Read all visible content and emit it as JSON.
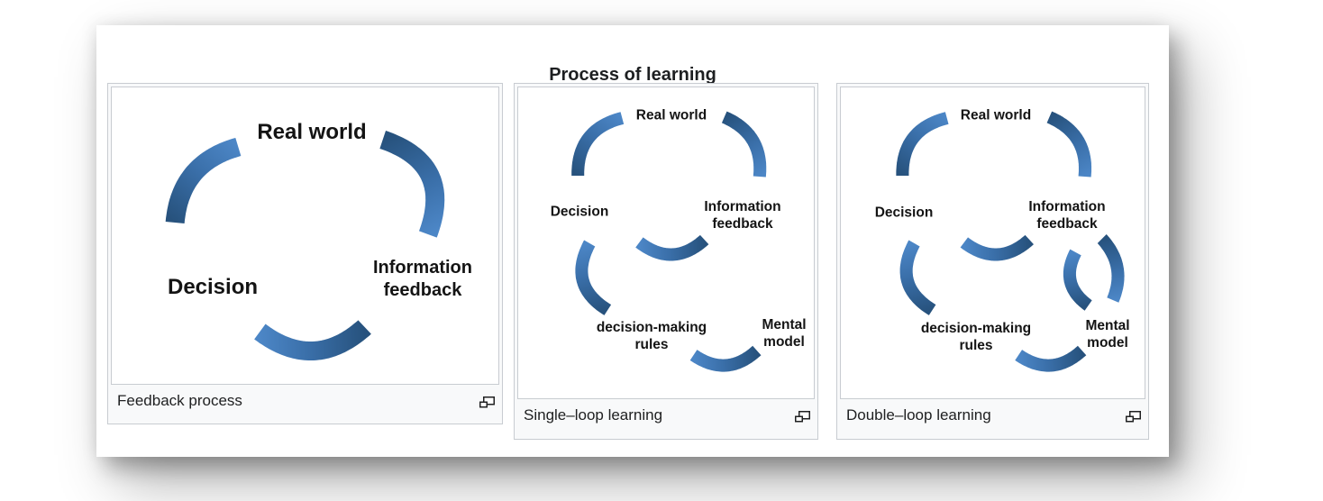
{
  "figure": {
    "title": "Process of learning"
  },
  "arrow_colors": [
    "#27527d",
    "#3a6fa9",
    "#4c86c6"
  ],
  "panels": [
    {
      "caption": "Feedback process",
      "icon": "magnify-icon",
      "labels": {
        "real_world": "Real world",
        "information_feedback": "Information\nfeedback",
        "decision": "Decision"
      },
      "arrows": [
        "Decision → Real world",
        "Real world → Information feedback",
        "Information feedback → Decision"
      ]
    },
    {
      "caption": "Single–loop learning",
      "icon": "magnify-icon",
      "labels": {
        "real_world": "Real world",
        "information_feedback": "Information\nfeedback",
        "decision": "Decision",
        "decision_making_rules": "decision-making\nrules",
        "mental_model": "Mental\nmodel"
      },
      "arrows": [
        "Decision → Real world",
        "Real world → Information feedback",
        "Information feedback → Decision",
        "decision-making rules → Decision",
        "Mental model → decision-making rules"
      ]
    },
    {
      "caption": "Double–loop learning",
      "icon": "magnify-icon",
      "labels": {
        "real_world": "Real world",
        "information_feedback": "Information\nfeedback",
        "decision": "Decision",
        "decision_making_rules": "decision-making\nrules",
        "mental_model": "Mental\nmodel"
      },
      "arrows": [
        "Decision → Real world",
        "Real world → Information feedback",
        "Information feedback → Decision",
        "decision-making rules → Decision",
        "Mental model → decision-making rules",
        "Mental model → Information feedback",
        "Information feedback → Mental model"
      ]
    }
  ]
}
